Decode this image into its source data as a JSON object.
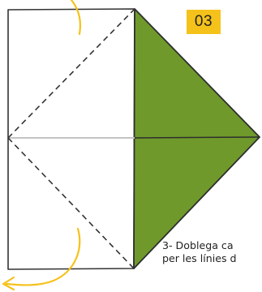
{
  "step": {
    "number": "03"
  },
  "instruction": {
    "line1": "3- Doblega ca",
    "line2": "per les línies d"
  },
  "colors": {
    "paper_front": "#ffffff",
    "paper_back": "#6f9a2b",
    "outline": "#333333",
    "fold_line": "#c4c4c4",
    "arrow": "#f5c21b",
    "badge": "#f5c21b"
  }
}
